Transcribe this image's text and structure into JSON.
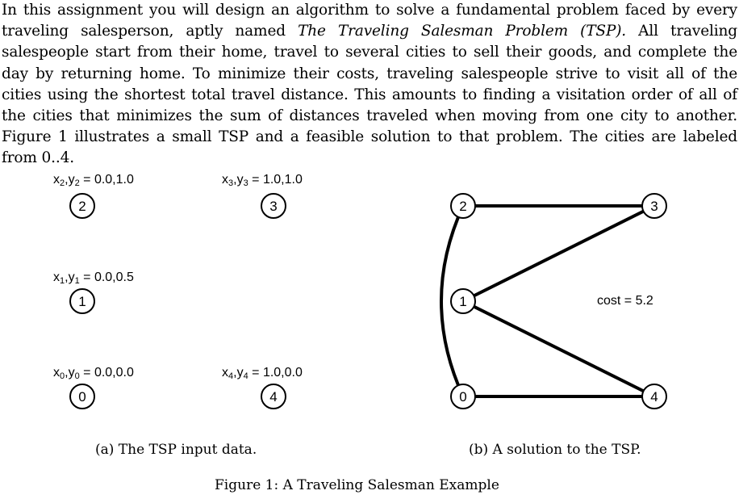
{
  "paragraph": {
    "before_em": "In this assignment you will design an algorithm to solve a fundamental problem faced by every traveling salesperson, aptly named ",
    "em": "The Traveling Salesman Problem (TSP).",
    "after_em": " All traveling salespeople start from their home, travel to several cities to sell their goods, and complete the day by returning home. To minimize their costs, traveling salespeople strive to visit all of the cities using the shortest total travel distance. This amounts to finding a visitation order of all of the cities that minimizes the sum of distances traveled when moving from one city to another. Figure 1 illustrates a small TSP and a feasible solution to that problem. The cities are labeled from 0..4."
  },
  "input_panel": {
    "cities": [
      {
        "label": "0",
        "xy_label": "x",
        "xy_label2": "y",
        "sub": "0",
        "value": "0.0,0.0"
      },
      {
        "label": "1",
        "xy_label": "x",
        "xy_label2": "y",
        "sub": "1",
        "value": "0.0,0.5"
      },
      {
        "label": "2",
        "xy_label": "x",
        "xy_label2": "y",
        "sub": "2",
        "value": "0.0,1.0"
      },
      {
        "label": "3",
        "xy_label": "x",
        "xy_label2": "y",
        "sub": "3",
        "value": "1.0,1.0"
      },
      {
        "label": "4",
        "xy_label": "x",
        "xy_label2": "y",
        "sub": "4",
        "value": "1.0,0.0"
      }
    ],
    "caption": "(a) The TSP input data."
  },
  "solution_panel": {
    "nodes": [
      "0",
      "1",
      "2",
      "3",
      "4"
    ],
    "tour": [
      "0",
      "2",
      "3",
      "1",
      "4",
      "0"
    ],
    "cost_label": "cost = 5.2",
    "caption": "(b) A solution to the TSP."
  },
  "figure_caption": "Figure 1: A Traveling Salesman Example"
}
